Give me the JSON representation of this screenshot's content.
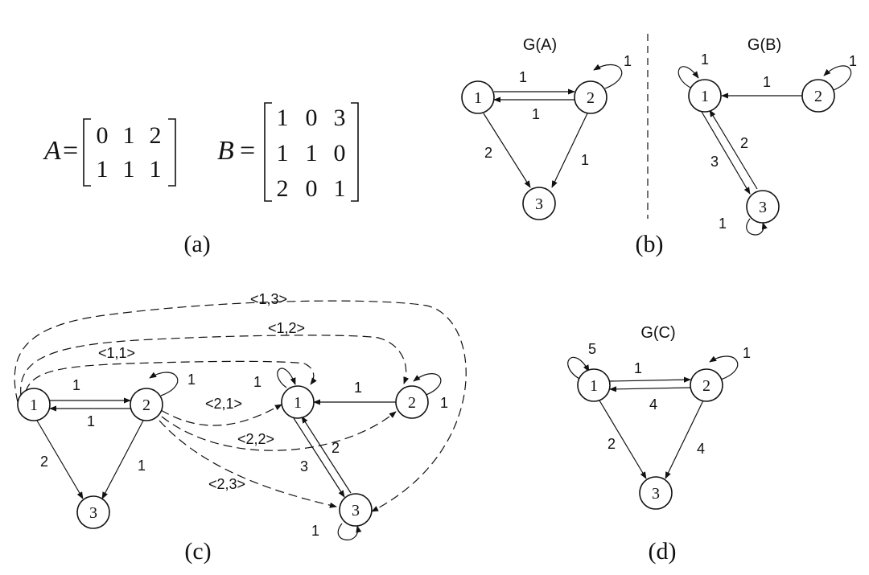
{
  "panel_a": {
    "caption": "(a)",
    "matrix_a": {
      "name": "A",
      "rows": [
        [
          "0",
          "1",
          "2"
        ],
        [
          "1",
          "1",
          "1"
        ]
      ]
    },
    "matrix_b": {
      "name": "B",
      "rows": [
        [
          "1",
          "0",
          "3"
        ],
        [
          "1",
          "1",
          "0"
        ],
        [
          "2",
          "0",
          "1"
        ]
      ]
    }
  },
  "panel_b": {
    "caption": "(b)",
    "graph_a": {
      "title": "G(A)",
      "nodes": [
        "1",
        "2",
        "3"
      ],
      "edge_labels": {
        "e12": "1",
        "e21": "1",
        "loop2": "1",
        "e13": "2",
        "e23": "1"
      }
    },
    "graph_b": {
      "title": "G(B)",
      "nodes": [
        "1",
        "2",
        "3"
      ],
      "edge_labels": {
        "loop1": "1",
        "e21": "1",
        "loop2": "1",
        "e13": "3",
        "e31": "2",
        "loop3": "1"
      }
    }
  },
  "panel_c": {
    "caption": "(c)",
    "left_graph": {
      "nodes": [
        "1",
        "2",
        "3"
      ],
      "edge_labels": {
        "e12": "1",
        "e21": "1",
        "loop2": "1",
        "e13": "2",
        "e23": "1"
      }
    },
    "right_graph": {
      "nodes": [
        "1",
        "2",
        "3"
      ],
      "edge_labels": {
        "loop1": "1",
        "e21": "1",
        "loop2": "1",
        "e13": "3",
        "e31": "2",
        "loop3": "1"
      }
    },
    "product_edges": [
      "<1,3>",
      "<1,2>",
      "<1,1>",
      "<2,1>",
      "<2,2>",
      "<2,3>"
    ]
  },
  "panel_d": {
    "caption": "(d)",
    "graph_c": {
      "title": "G(C)",
      "nodes": [
        "1",
        "2",
        "3"
      ],
      "edge_labels": {
        "loop1": "5",
        "e12": "1",
        "e21": "4",
        "loop2": "1",
        "e13": "2",
        "e23": "4"
      }
    }
  }
}
